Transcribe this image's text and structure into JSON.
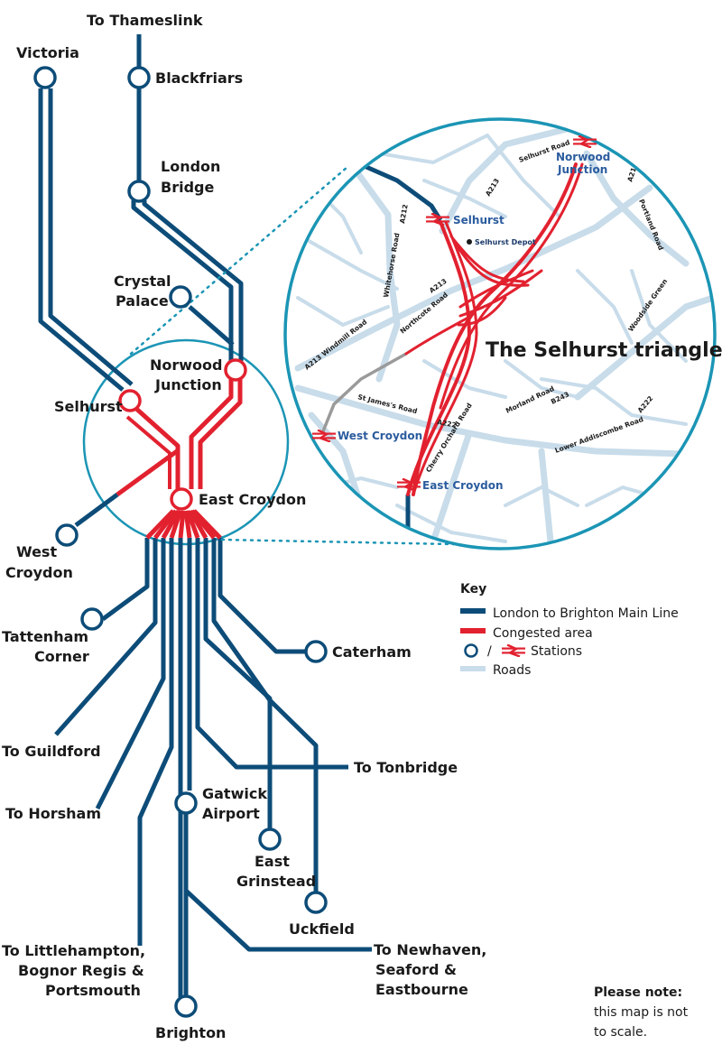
{
  "colors": {
    "main_line": "#0d4c78",
    "congested": "#e2212f",
    "roads": "#c8dcea",
    "ring": "#1b95b5",
    "grey_line": "#9a9a9a",
    "station_label_inset": "#2b5c9e"
  },
  "stations": {
    "to_thameslink": "To Thameslink",
    "victoria": "Victoria",
    "blackfriars": "Blackfriars",
    "london_bridge_1": "London",
    "london_bridge_2": "Bridge",
    "crystal_palace_1": "Crystal",
    "crystal_palace_2": "Palace",
    "norwood_1": "Norwood",
    "norwood_2": "Junction",
    "selhurst": "Selhurst",
    "east_croydon": "East Croydon",
    "west_croydon_1": "West",
    "west_croydon_2": "Croydon",
    "tattenham_1": "Tattenham",
    "tattenham_2": "Corner",
    "caterham": "Caterham",
    "to_guildford": "To Guildford",
    "to_tonbridge": "To Tonbridge",
    "to_horsham": "To Horsham",
    "gatwick_1": "Gatwick",
    "gatwick_2": "Airport",
    "east_grinstead_1": "East",
    "east_grinstead_2": "Grinstead",
    "uckfield": "Uckfield",
    "littlehampton_1": "To Littlehampton,",
    "littlehampton_2": "Bognor Regis &",
    "littlehampton_3": "Portsmouth",
    "newhaven_1": "To Newhaven,",
    "newhaven_2": "Seaford &",
    "newhaven_3": "Eastbourne",
    "brighton": "Brighton"
  },
  "inset": {
    "title": "The Selhurst triangle",
    "selhurst": "Selhurst",
    "selhurst_depot": "Selhurst Depot",
    "norwood_1": "Norwood",
    "norwood_2": "Junction",
    "west_croydon": "West Croydon",
    "east_croydon": "East Croydon",
    "roads": {
      "selhurst_road": "Selhurst Road",
      "a213_top": "A213",
      "a212": "A212",
      "whitehorse_road": "Whitehorse Road",
      "northcote_road": "Northcote Road",
      "a213_mid": "A213",
      "windmill_road": "A213 Windmill Road",
      "a215": "A215",
      "portland_road": "Portland Road",
      "woodside_green": "Woodside Green",
      "st_james_road": "St James's Road",
      "a222_left": "A222",
      "morland_road": "Morland Road",
      "b243": "B243",
      "a222_right": "A222",
      "lower_addiscombe_road": "Lower Addiscombe Road",
      "cherry_orchard_road": "Cherry Orchard Road"
    }
  },
  "key": {
    "title": "Key",
    "main_line": "London to Brighton Main Line",
    "congested": "Congested area",
    "stations_sep": "/",
    "stations": "Stations",
    "roads": "Roads"
  },
  "note": {
    "line1": "Please note:",
    "line2": "this map is not",
    "line3": "to scale."
  }
}
